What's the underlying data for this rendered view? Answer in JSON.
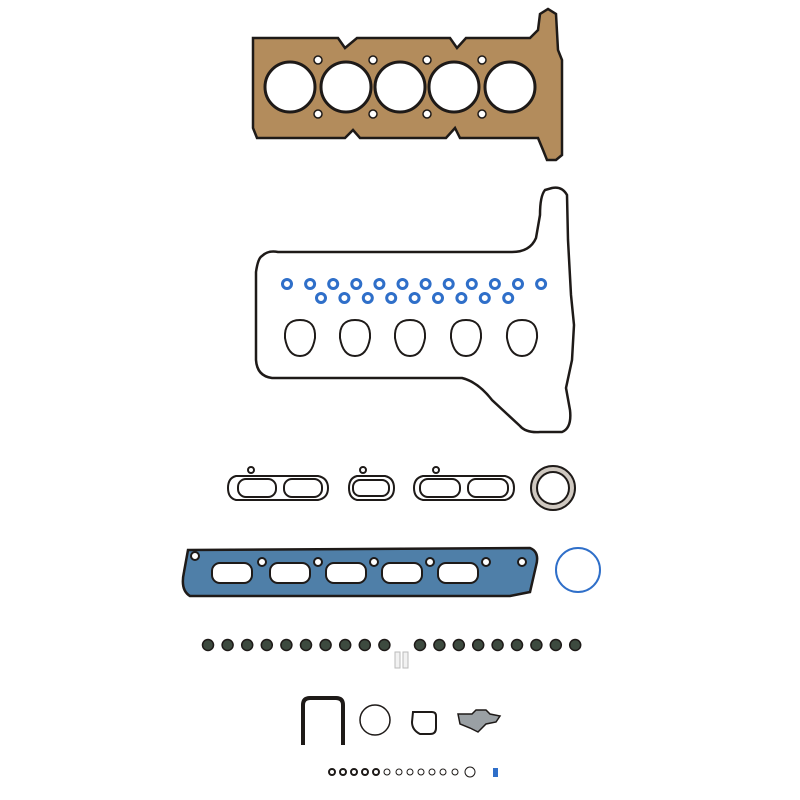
{
  "colors": {
    "background": "#ffffff",
    "gasket_outline": "#1e1a18",
    "head_gasket_fill": "#b38c5c",
    "oring_blue": "#2f6fc9",
    "exhaust_gasket_fill": "#4f7fa8",
    "valve_seal": "#3d4a3f",
    "white_part": "#f2f2f2"
  },
  "parts": [
    "cylinder-head-gasket",
    "valve-cover-gasket",
    "spark-plug-tube-seals",
    "intake-manifold-gaskets",
    "rear-seal",
    "exhaust-manifold-gasket",
    "blue-o-ring",
    "valve-stem-seals",
    "tube-seal",
    "o-ring",
    "small-gaskets",
    "small-o-rings"
  ]
}
